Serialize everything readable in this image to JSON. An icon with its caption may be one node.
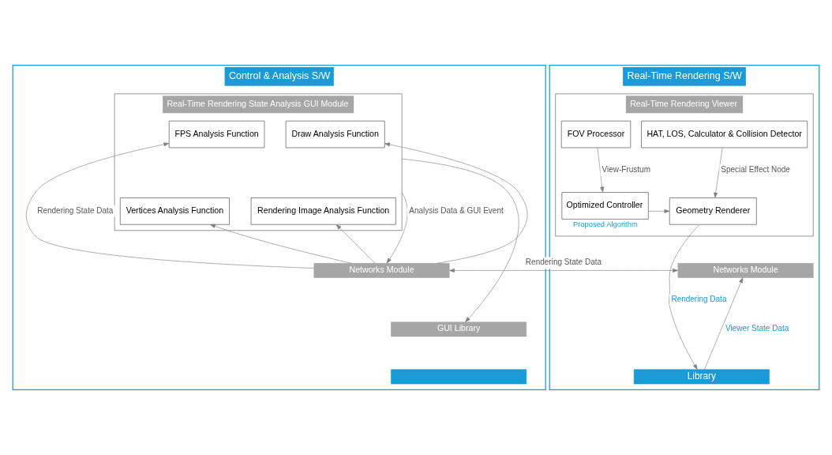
{
  "diagram": {
    "nodes": [
      {
        "text": [
          "Control & Analysis S/W"
        ]
      },
      {
        "text": [
          "Real-Time Rendering State Analysis GUI Module"
        ],
        "in": 0
      },
      {
        "text": [
          "FPS Analysis Function"
        ],
        "in": 1
      },
      {
        "text": [
          "Draw Analysis Function"
        ],
        "in": 1
      },
      {
        "text": [
          "Vertices Analysis Function"
        ],
        "in": 1
      },
      {
        "text": [
          "Rendering Image Analysis Function"
        ],
        "in": 1
      },
      {
        "text": [
          "Networks Module"
        ],
        "in": 0
      },
      {
        "text": [
          "GUI Library"
        ],
        "in": 0
      },
      {
        "text": [],
        "shape": "bar",
        "in": 0
      },
      {
        "text": [
          "Real-Time Rendering S/W"
        ]
      },
      {
        "text": [
          "Real-Time Rendering Viewer"
        ],
        "in": 9
      },
      {
        "text": [
          "FOV Processor"
        ],
        "in": 10
      },
      {
        "text": [
          "HAT, LOS, Calculator & Collision Detector"
        ],
        "in": 10
      },
      {
        "text": [
          "Optimized Controller"
        ],
        "beside": [
          "Proposed Algorithm"
        ],
        "in": 10
      },
      {
        "text": [
          "Geometry Renderer"
        ],
        "in": 10
      },
      {
        "text": [
          "Networks Module"
        ],
        "in": 9
      },
      {
        "text": [
          "Library"
        ],
        "in": 9
      }
    ],
    "edges": [
      {
        "from": 6,
        "to": 2,
        "arrow": "to",
        "label": "Rendering State Data"
      },
      {
        "from": 6,
        "to": 3,
        "arrow": "to"
      },
      {
        "from": 6,
        "to": 4,
        "arrow": "to"
      },
      {
        "from": 6,
        "to": 5,
        "arrow": "to"
      },
      {
        "from": 1,
        "to": 6,
        "arrow": "to",
        "label": "Analysis Data & GUI Event"
      },
      {
        "from": 1,
        "to": 7,
        "arrow": "to"
      },
      {
        "from": 6,
        "to": 15,
        "arrow": "both",
        "label": "Rendering State Data"
      },
      {
        "from": 11,
        "to": 13,
        "arrow": "to",
        "label": "View-Frustum"
      },
      {
        "from": 12,
        "to": 14,
        "arrow": "to",
        "label": "Special Effect Node"
      },
      {
        "from": 13,
        "to": 14,
        "arrow": "to"
      },
      {
        "from": 14,
        "to": 16,
        "arrow": "to",
        "label": "Rendering Data"
      },
      {
        "from": 16,
        "to": 15,
        "arrow": "to",
        "label": "Viewer State Data"
      }
    ]
  }
}
